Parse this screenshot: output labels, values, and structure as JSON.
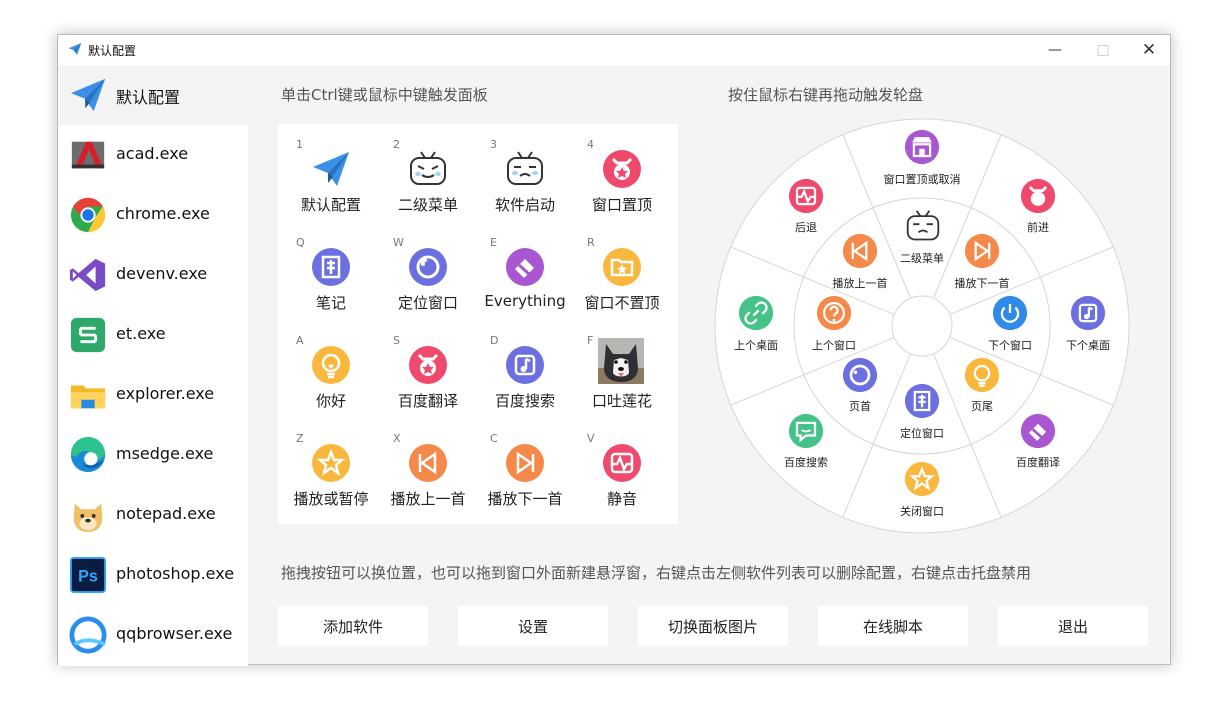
{
  "window": {
    "title": "默认配置"
  },
  "sidebar": {
    "items": [
      {
        "label": "默认配置",
        "icon": "paper-plane-icon"
      },
      {
        "label": "acad.exe",
        "icon": "autocad-icon"
      },
      {
        "label": "chrome.exe",
        "icon": "chrome-icon"
      },
      {
        "label": "devenv.exe",
        "icon": "visual-studio-icon"
      },
      {
        "label": "et.exe",
        "icon": "wps-sheet-icon"
      },
      {
        "label": "explorer.exe",
        "icon": "folder-icon"
      },
      {
        "label": "msedge.exe",
        "icon": "edge-icon"
      },
      {
        "label": "notepad.exe",
        "icon": "doge-icon"
      },
      {
        "label": "photoshop.exe",
        "icon": "photoshop-icon"
      },
      {
        "label": "qqbrowser.exe",
        "icon": "qqbrowser-icon"
      }
    ]
  },
  "panel": {
    "hint": "单击Ctrl键或鼠标中键触发面板",
    "cells": [
      {
        "key": "1",
        "label": "默认配置",
        "icon": "paper-plane-icon"
      },
      {
        "key": "2",
        "label": "二级菜单",
        "icon": "bilibili-tv-icon"
      },
      {
        "key": "3",
        "label": "软件启动",
        "icon": "bilibili-tv-icon"
      },
      {
        "key": "4",
        "label": "窗口置顶",
        "icon": "pin-badge-icon"
      },
      {
        "key": "Q",
        "label": "笔记",
        "icon": "note-icon"
      },
      {
        "key": "W",
        "label": "定位窗口",
        "icon": "locate-icon"
      },
      {
        "key": "E",
        "label": "Everything",
        "icon": "eraser-icon"
      },
      {
        "key": "R",
        "label": "窗口不置顶",
        "icon": "folder-star-icon"
      },
      {
        "key": "A",
        "label": "你好",
        "icon": "bulb-icon"
      },
      {
        "key": "S",
        "label": "百度翻译",
        "icon": "pin-badge-icon"
      },
      {
        "key": "D",
        "label": "百度搜索",
        "icon": "music-note-icon"
      },
      {
        "key": "F",
        "label": "口吐莲花",
        "icon": "husky-photo-icon"
      },
      {
        "key": "Z",
        "label": "播放或暂停",
        "icon": "star-badge-icon"
      },
      {
        "key": "X",
        "label": "播放上一首",
        "icon": "prev-icon"
      },
      {
        "key": "C",
        "label": "播放下一首",
        "icon": "next-icon"
      },
      {
        "key": "V",
        "label": "静音",
        "icon": "pulse-icon"
      }
    ]
  },
  "wheel": {
    "hint": "按住鼠标右键再拖动触发轮盘",
    "outer": [
      {
        "label": "窗口置顶或取消",
        "icon": "shop-icon"
      },
      {
        "label": "前进",
        "icon": "pin-badge-icon"
      },
      {
        "label": "下个桌面",
        "icon": "music-note-icon"
      },
      {
        "label": "百度翻译",
        "icon": "eraser-icon"
      },
      {
        "label": "关闭窗口",
        "icon": "star-badge-icon"
      },
      {
        "label": "百度搜索",
        "icon": "chat-icon"
      },
      {
        "label": "上个桌面",
        "icon": "link-icon"
      },
      {
        "label": "后退",
        "icon": "pulse-icon"
      }
    ],
    "inner": [
      {
        "label": "二级菜单",
        "icon": "bilibili-tv-icon"
      },
      {
        "label": "播放下一首",
        "icon": "next-icon"
      },
      {
        "label": "下个窗口",
        "icon": "power-icon"
      },
      {
        "label": "页尾",
        "icon": "bulb-icon"
      },
      {
        "label": "定位窗口",
        "icon": "note-icon"
      },
      {
        "label": "页首",
        "icon": "locate-icon"
      },
      {
        "label": "上个窗口",
        "icon": "question-icon"
      },
      {
        "label": "播放上一首",
        "icon": "prev-icon"
      }
    ]
  },
  "footer": {
    "hint": "拖拽按钮可以换位置，也可以拖到窗口外面新建悬浮窗，右键点击左侧软件列表可以删除配置，右键点击托盘禁用",
    "buttons": [
      "添加软件",
      "设置",
      "切换面板图片",
      "在线脚本",
      "退出"
    ]
  },
  "colors": {
    "pink": "#ef4a6e",
    "purple": "#a856d2",
    "indigo": "#6c6fe0",
    "orange": "#f5894a",
    "yellow": "#f9b73e",
    "green": "#45c288",
    "blue": "#2f8be6"
  }
}
